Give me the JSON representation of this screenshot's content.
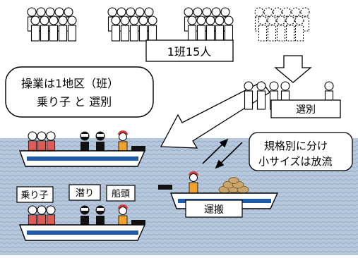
{
  "group_label": "1班15人",
  "callout_operation": {
    "line1": "操業は1地区（班）",
    "line2": "乗り子 と 選別"
  },
  "sorting_label": "選別",
  "callout_size": {
    "line1": "規格別に分け",
    "line2": "小サイズは放流"
  },
  "role_labels": [
    "乗り子",
    "潜り",
    "船頭"
  ],
  "transport_label": "運搬",
  "colors": {
    "sea": "#b7c8dd",
    "boat_stripe": "#1e5ba8",
    "hand_red": "#d6403a",
    "captain_orange": "#f0a22c",
    "diver_black": "#111111"
  }
}
